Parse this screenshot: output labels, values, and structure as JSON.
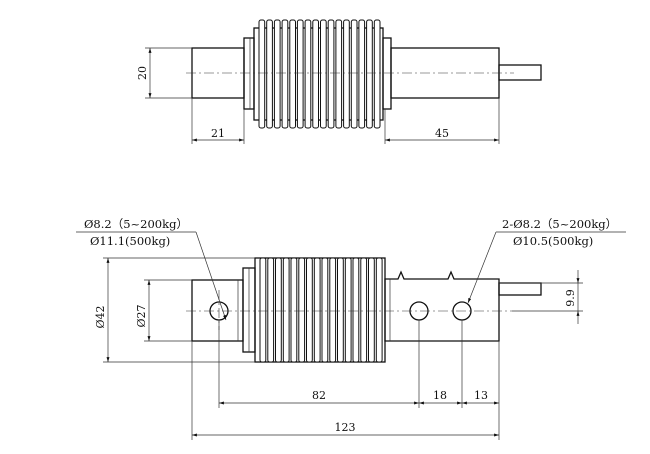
{
  "top_view": {
    "dim_height": "20",
    "dim_left": "21",
    "dim_right": "45"
  },
  "front_view": {
    "hole_left_line1": "Ø8.2（5~200kg）",
    "hole_left_line2": "Ø11.1(500kg)",
    "hole_right_line1": "2-Ø8.2（5~200kg）",
    "hole_right_line2": "Ø10.5(500kg)",
    "dim_outer_height": "Ø42",
    "dim_inner_height": "Ø27",
    "dim_right_small": "9.9",
    "dim_82": "82",
    "dim_18": "18",
    "dim_13": "13",
    "dim_123": "123"
  }
}
